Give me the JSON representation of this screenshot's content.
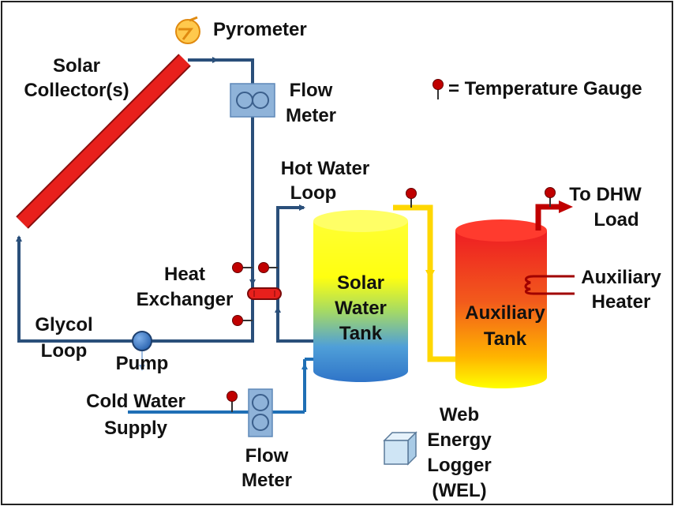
{
  "labels": {
    "pyrometer": "Pyrometer",
    "solar_collector": [
      "Solar",
      "Collector(s)"
    ],
    "flow_meter_top": [
      "Flow",
      "Meter"
    ],
    "temp_gauge_legend": "= Temperature Gauge",
    "hot_water_loop": [
      "Hot Water",
      "Loop"
    ],
    "to_dhw_load": [
      "To DHW",
      "Load"
    ],
    "heat_exchanger": [
      "Heat",
      "Exchanger"
    ],
    "solar_water_tank": [
      "Solar",
      "Water",
      "Tank"
    ],
    "auxiliary_tank": [
      "Auxiliary",
      "Tank"
    ],
    "auxiliary_heater": [
      "Auxiliary",
      "Heater"
    ],
    "glycol_loop": [
      "Glycol",
      "Loop"
    ],
    "pump": "Pump",
    "cold_water_supply": [
      "Cold Water",
      "Supply"
    ],
    "flow_meter_bottom": [
      "Flow",
      "Meter"
    ],
    "web_energy_logger": [
      "Web",
      "Energy",
      "Logger",
      "(WEL)"
    ]
  },
  "colors": {
    "pipe_dark": "#2a4f7a",
    "pipe_light": "#1f6fb5",
    "pipe_hot": "#ffd700",
    "pipe_red": "#c00000",
    "collector": "#e8201c",
    "gauge": "#c00000",
    "meter_fill": "#8fb3d9",
    "pump_fill": "#3a78c2"
  }
}
